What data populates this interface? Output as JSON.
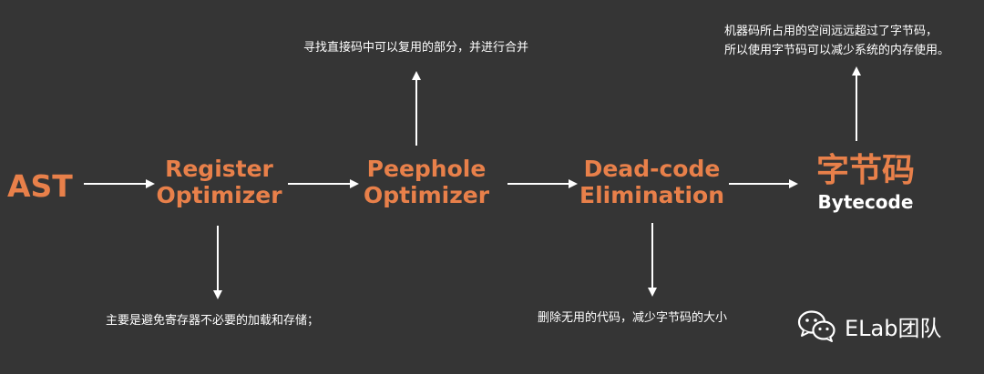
{
  "diagram": {
    "nodes": {
      "ast": {
        "label": "AST"
      },
      "register_optimizer": {
        "line1": "Register",
        "line2": "Optimizer"
      },
      "peephole_optimizer": {
        "line1": "Peephole",
        "line2": "Optimizer"
      },
      "dead_code_elimination": {
        "line1": "Dead-code",
        "line2": "Elimination"
      },
      "bytecode": {
        "label_zh": "字节码",
        "label_en": "Bytecode"
      }
    },
    "notes": {
      "register": "主要是避免寄存器不必要的加载和存储；",
      "peephole": "寻找直接码中可以复用的部分，并进行合并",
      "dead_code": "删除无用的代码，减少字节码的大小",
      "bytecode_line1": "机器码所占用的空间远远超过了字节码，",
      "bytecode_line2": "所以使用字节码可以减少系统的内存使用。"
    }
  },
  "watermark": {
    "text": "ELab团队",
    "icon": "wechat-icon"
  },
  "colors": {
    "background": "#353535",
    "accent": "#e8804a",
    "text": "#ffffff"
  }
}
